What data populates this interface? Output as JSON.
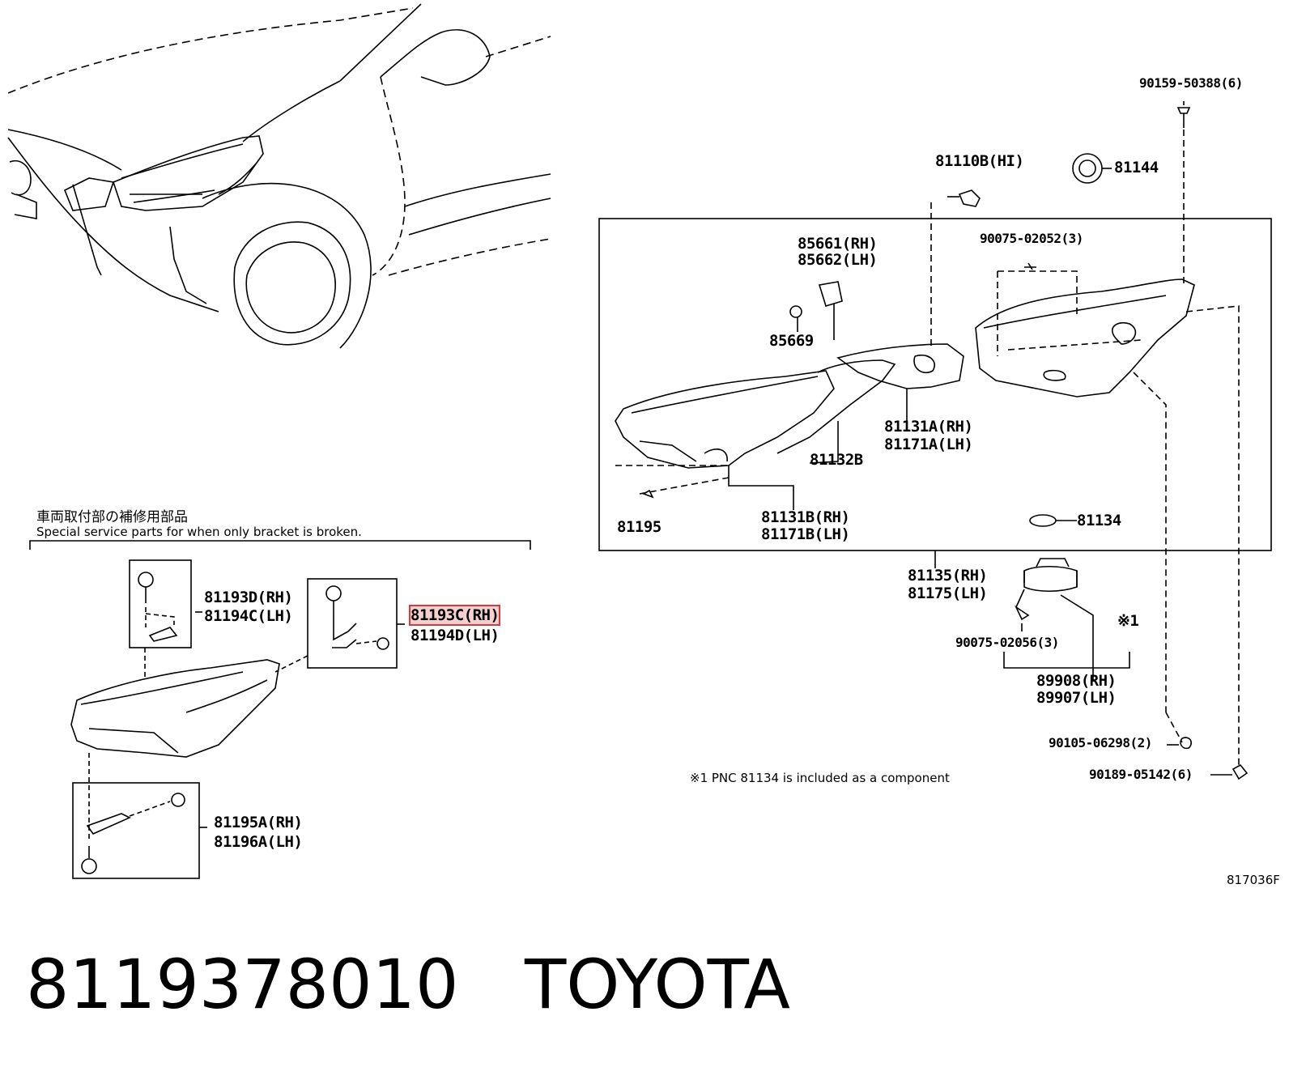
{
  "service_note": {
    "jp": "車両取付部の補修用部品",
    "en": "Special service parts for when only bracket is broken."
  },
  "labels": {
    "p81193D": "81193D(RH)",
    "p81194C": "81194C(LH)",
    "p81193C": "81193C(RH)",
    "p81194D": "81194D(LH)",
    "p81195A": "81195A(RH)",
    "p81196A": "81196A(LH)",
    "p90159": "90159-50388(6)",
    "p81110B": "81110B(HI)",
    "p81144": "81144",
    "p85661": "85661(RH)",
    "p85662": "85662(LH)",
    "p85669": "85669",
    "p90075a": "90075-02052(3)",
    "p81131A": "81131A(RH)",
    "p81171A": "81171A(LH)",
    "p81132B": "81132B",
    "p81195": "81195",
    "p81131B": "81131B(RH)",
    "p81171B": "81171B(LH)",
    "p81134": "81134",
    "p81135": "81135(RH)",
    "p81175": "81175(LH)",
    "p90075b": "90075-02056(3)",
    "mark1": "※1",
    "p89908": "89908(RH)",
    "p89907": "89907(LH)",
    "p90105": "90105-06298(2)",
    "p90189": "90189-05142(6)"
  },
  "footnote": "※1  PNC 81134 is included as a component",
  "diagram_code": "817036F",
  "highlighted_part": "81193C(RH)",
  "footer": {
    "part_number": "8119378010",
    "brand": "TOYOTA"
  },
  "colors": {
    "highlight": "#d63a3a",
    "ink": "#000000"
  }
}
